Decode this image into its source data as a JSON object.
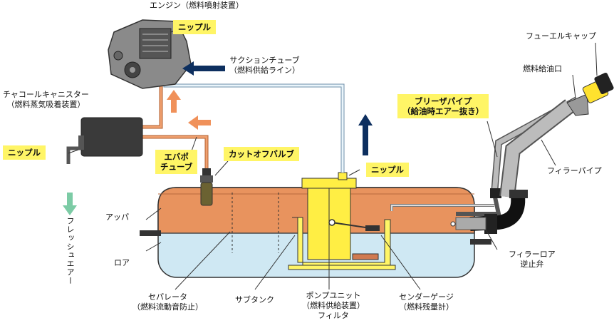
{
  "labels": {
    "engine": "エンジン（燃料噴射装置）",
    "suction_tube_1": "サクションチューブ",
    "suction_tube_2": "（燃料供給ライン）",
    "canister_1": "チャコールキャニスター",
    "canister_2": "（燃料蒸気吸着装置）",
    "upper": "アッパ",
    "lower": "ロア",
    "fresh_air": "フレッシュエアー",
    "separator_1": "セパレータ",
    "separator_2": "（燃料流動音防止）",
    "subtank": "サブタンク",
    "pump_unit_1": "ポンプユニット",
    "pump_unit_2": "（燃料供給装置）",
    "pump_unit_3": "フィルタ",
    "sender_gauge_1": "センダーゲージ",
    "sender_gauge_2": "（燃料残量計）",
    "filler_lower_1": "フィラーロア",
    "filler_lower_2": "逆止弁",
    "filler_pipe": "フィラーパイプ",
    "filler_inlet": "燃料給油口",
    "fuel_cap": "フューエルキャップ"
  },
  "callouts": {
    "nipple_engine": "ニップル",
    "nipple_canister": "ニップル",
    "nipple_pump": "ニップル",
    "evapo_tube_1": "エバポ",
    "evapo_tube_2": "チューブ",
    "cutoff_valve": "カットオフバルブ",
    "breather_1": "ブリーザパイプ",
    "breather_2": "（給油時エアー抜き）"
  },
  "colors": {
    "fuel": "#e8935e",
    "tank_lower": "#cfe8f3",
    "callout": "#fff566",
    "pump": "#ffee44",
    "arrow_navy": "#0d2f5f",
    "arrow_orange": "#f0915a",
    "arrow_green": "#7ccba5"
  }
}
